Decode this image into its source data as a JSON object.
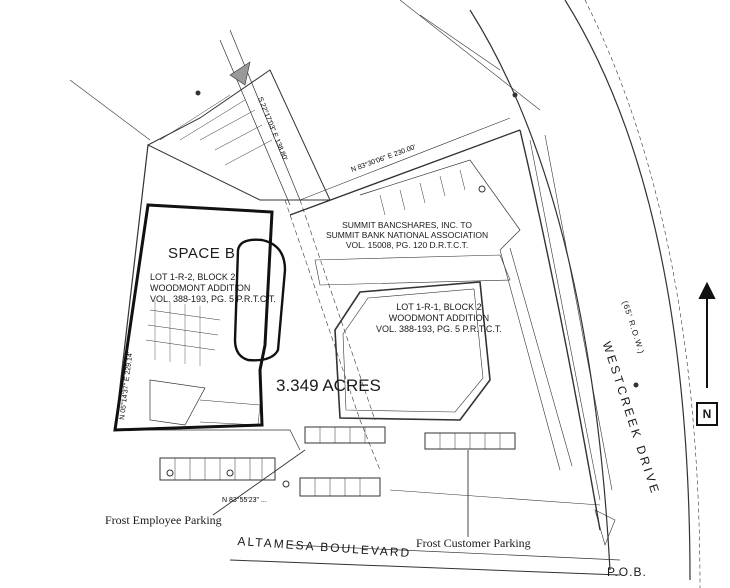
{
  "space_label": "SPACE B",
  "lot_south": "LOT 1-R-2, BLOCK 2\nWOODMONT ADDITION\nVOL. 388-193, PG. 5 P.R.T.C.T.",
  "lot_north": "LOT 1-R-1, BLOCK 2\nWOODMONT ADDITION\nVOL. 388-193, PG. 5 P.R.T.C.T.",
  "owner_note": "SUMMIT BANCSHARES, INC. TO\nSUMMIT BANK NATIONAL ASSOCIATION\nVOL. 15008, PG. 120 D.R.T.C.T.",
  "acreage": "3.349 ACRES",
  "street_south": "ALTAMESA BOULEVARD",
  "street_east": "WESTCREEK DRIVE",
  "street_east_row": "(65' R.O.W.)",
  "pob": "P.O.B.",
  "employee_parking": "Frost Employee Parking",
  "customer_parking": "Frost Customer Parking",
  "north_label": "N",
  "bearing_north": "N 83°30'06\" E  230.00'",
  "bearing_west": "N 05°14'37\" E  229.14'",
  "bearing_northwest": "S 22°17'03\" E  138.80'",
  "bearing_south": "N 83°55'23\" ..."
}
